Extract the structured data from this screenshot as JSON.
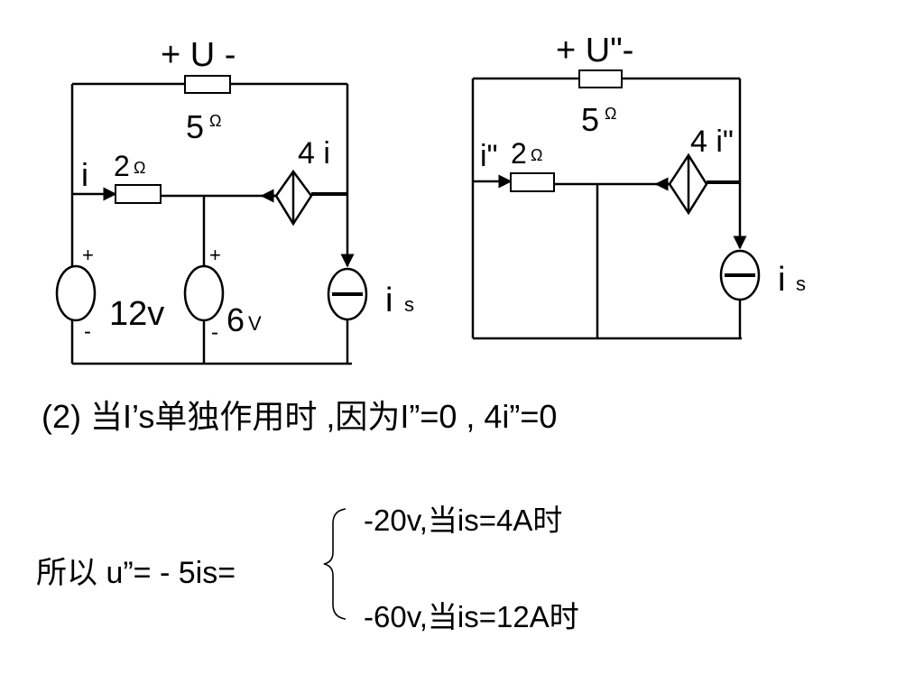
{
  "circuit_left": {
    "top_voltage_label": "+ U -",
    "top_resistor": "5",
    "top_resistor_unit": "Ω",
    "current_label": "i",
    "mid_resistor": "2",
    "mid_resistor_unit": "Ω",
    "dependent_source": "4 i",
    "plus_12": "+",
    "minus_12": "-",
    "source_12": "12v",
    "plus_6": "+",
    "minus_6": "-",
    "source_6_value": "6",
    "source_6_unit": "V",
    "current_source_letter": "i",
    "current_source_sub": "s"
  },
  "circuit_right": {
    "top_voltage_label": "+ U\"-",
    "top_resistor": "5",
    "top_resistor_unit": "Ω",
    "current_label": "i\"",
    "mid_resistor": "2",
    "mid_resistor_unit": "Ω",
    "dependent_source": "4 i\"",
    "current_source_letter": "i",
    "current_source_sub": "s"
  },
  "text": {
    "line_2": "(2) 当I’s单独作用时 ,因为I”=0 , 4i”=0",
    "line_so": "所以 u”= - 5is=",
    "case_1": "-20v,当is=4A时",
    "case_2": "-60v,当is=12A时"
  }
}
